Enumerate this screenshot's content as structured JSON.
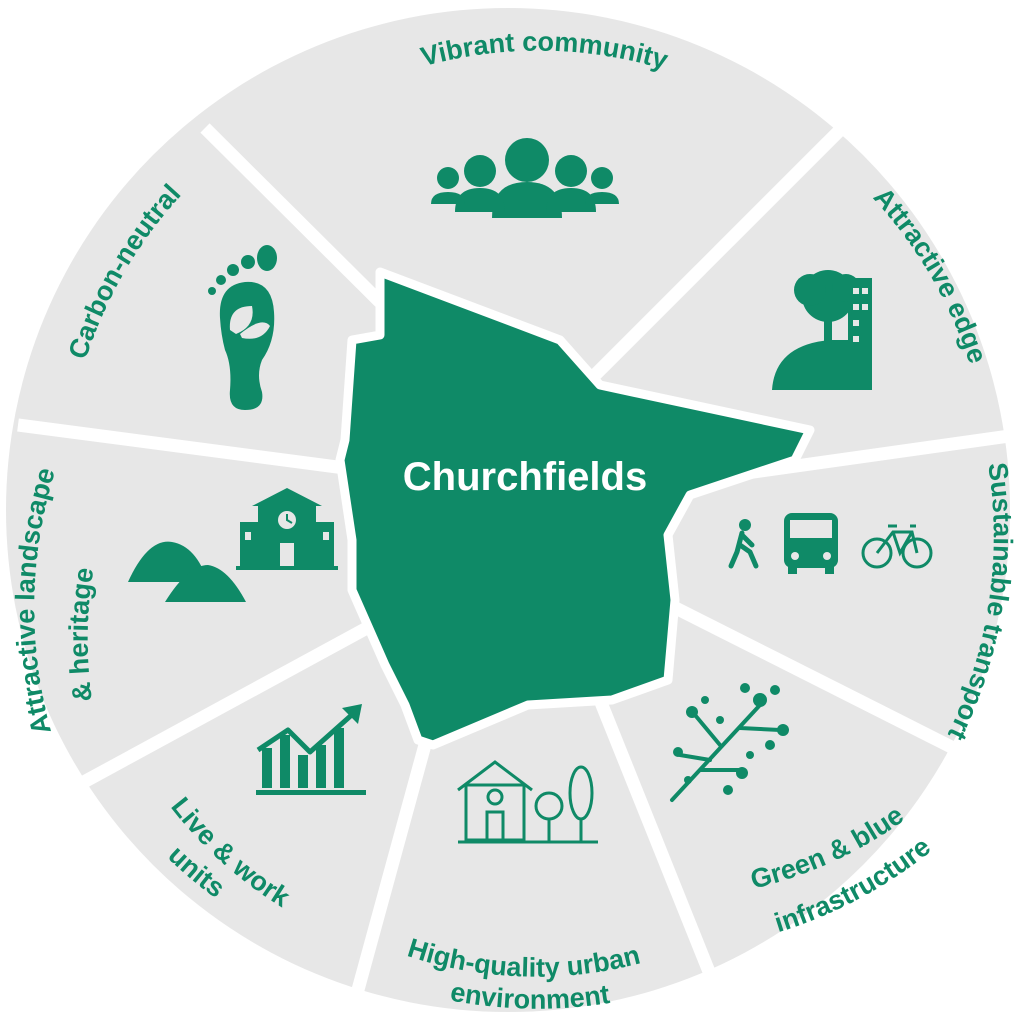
{
  "center": {
    "title": "Churchfields"
  },
  "colors": {
    "accent": "#0f8a67",
    "segment_fill": "#e7e7e7",
    "divider": "#ffffff",
    "background": "#ffffff"
  },
  "segments": [
    {
      "label_lines": [
        "Vibrant community"
      ],
      "icon": "people-group-icon"
    },
    {
      "label_lines": [
        "Attractive edge"
      ],
      "icon": "tree-building-icon"
    },
    {
      "label_lines": [
        "Sustainable transport"
      ],
      "icon": "walk-bus-bike-icon"
    },
    {
      "label_lines": [
        "Green & blue",
        "infrastructure"
      ],
      "icon": "branch-icon"
    },
    {
      "label_lines": [
        "High-quality urban",
        "environment"
      ],
      "icon": "house-trees-icon"
    },
    {
      "label_lines": [
        "Live & work",
        "units"
      ],
      "icon": "growth-chart-icon"
    },
    {
      "label_lines": [
        "Attractive landscape",
        "& heritage"
      ],
      "icon": "hills-heritage-icon"
    },
    {
      "label_lines": [
        "Carbon-neutral"
      ],
      "icon": "footprint-leaf-icon"
    }
  ]
}
